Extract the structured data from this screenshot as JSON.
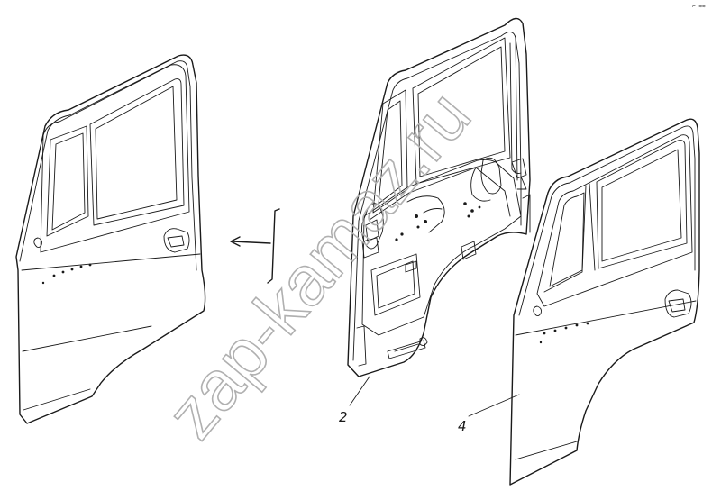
{
  "callouts": {
    "part_2": "2",
    "part_4": "4"
  },
  "watermark": {
    "text": "zap-kamaz.ru"
  },
  "corner_mark": "⌐ ≈≈",
  "colors": {
    "line": "#1a1a1a",
    "watermark": "#b0b0b0",
    "background": "#ffffff"
  }
}
